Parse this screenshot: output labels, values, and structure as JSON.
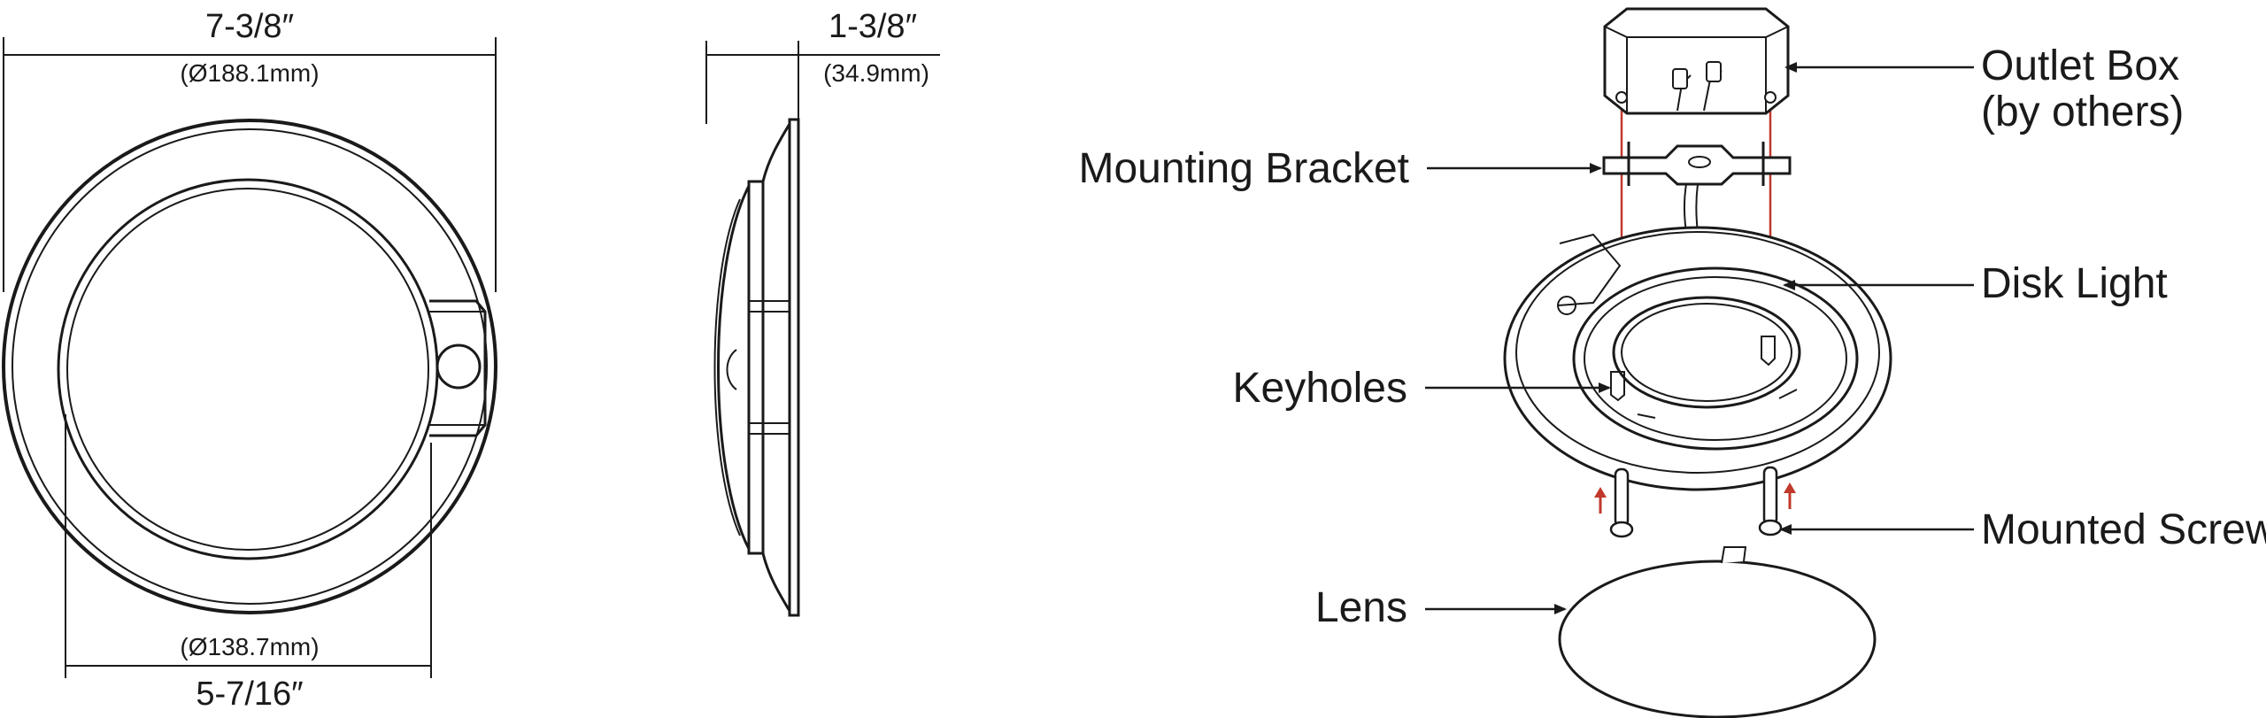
{
  "front_view": {
    "outer_diameter_in": "7-3/8″",
    "outer_diameter_mm": "(Ø188.1mm)",
    "inner_diameter_mm": "(Ø138.7mm)",
    "inner_diameter_in": "5-7/16″"
  },
  "side_view": {
    "depth_in": "1-3/8″",
    "depth_mm": "(34.9mm)"
  },
  "exploded_view": {
    "labels": {
      "outlet_box_line1": "Outlet Box",
      "outlet_box_line2": "(by others)",
      "mounting_bracket": "Mounting Bracket",
      "disk_light": "Disk Light",
      "keyholes": "Keyholes",
      "mounted_screw": "Mounted Screw",
      "lens": "Lens"
    },
    "colors": {
      "guide_line": "#c0392b",
      "arrow": "#c0392b",
      "ink": "#1a1a1a"
    }
  }
}
